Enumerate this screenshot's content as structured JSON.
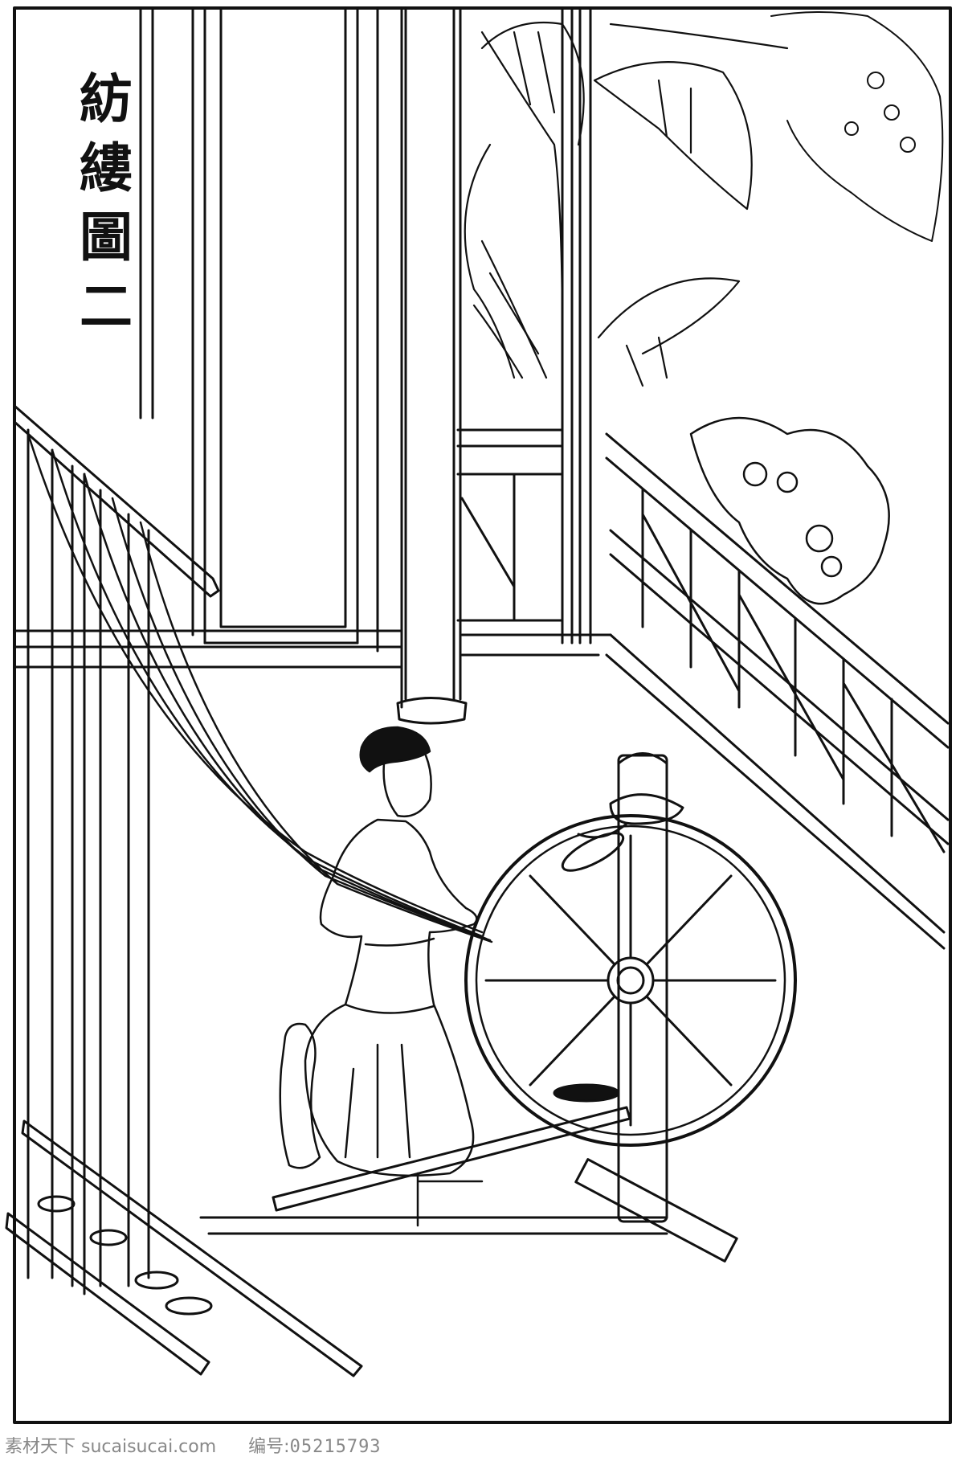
{
  "title": {
    "chars": [
      "紡",
      "縷",
      "圖",
      "二"
    ]
  },
  "watermark": {
    "site": "素材天下 sucaisucai.com",
    "code_label": "编号:",
    "code": "05215793"
  },
  "colors": {
    "ink": "#111111",
    "paper": "#ffffff",
    "watermark": "#888888"
  }
}
